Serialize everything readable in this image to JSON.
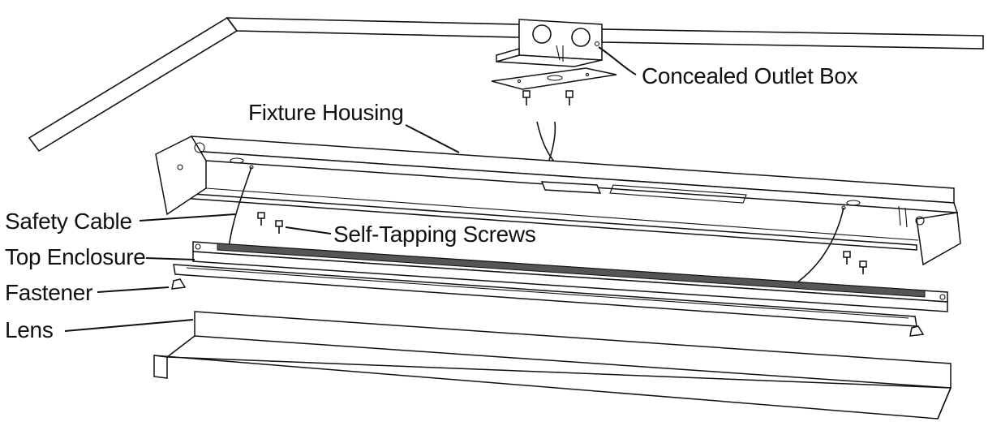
{
  "diagram": {
    "labels": {
      "concealed_outlet_box": "Concealed Outlet Box",
      "fixture_housing": "Fixture Housing",
      "safety_cable": "Safety Cable",
      "self_tapping_screws": "Self-Tapping Screws",
      "top_enclosure": "Top Enclosure",
      "fastener": "Fastener",
      "lens": "Lens"
    },
    "colors": {
      "line": "#111111",
      "background": "#ffffff"
    }
  }
}
